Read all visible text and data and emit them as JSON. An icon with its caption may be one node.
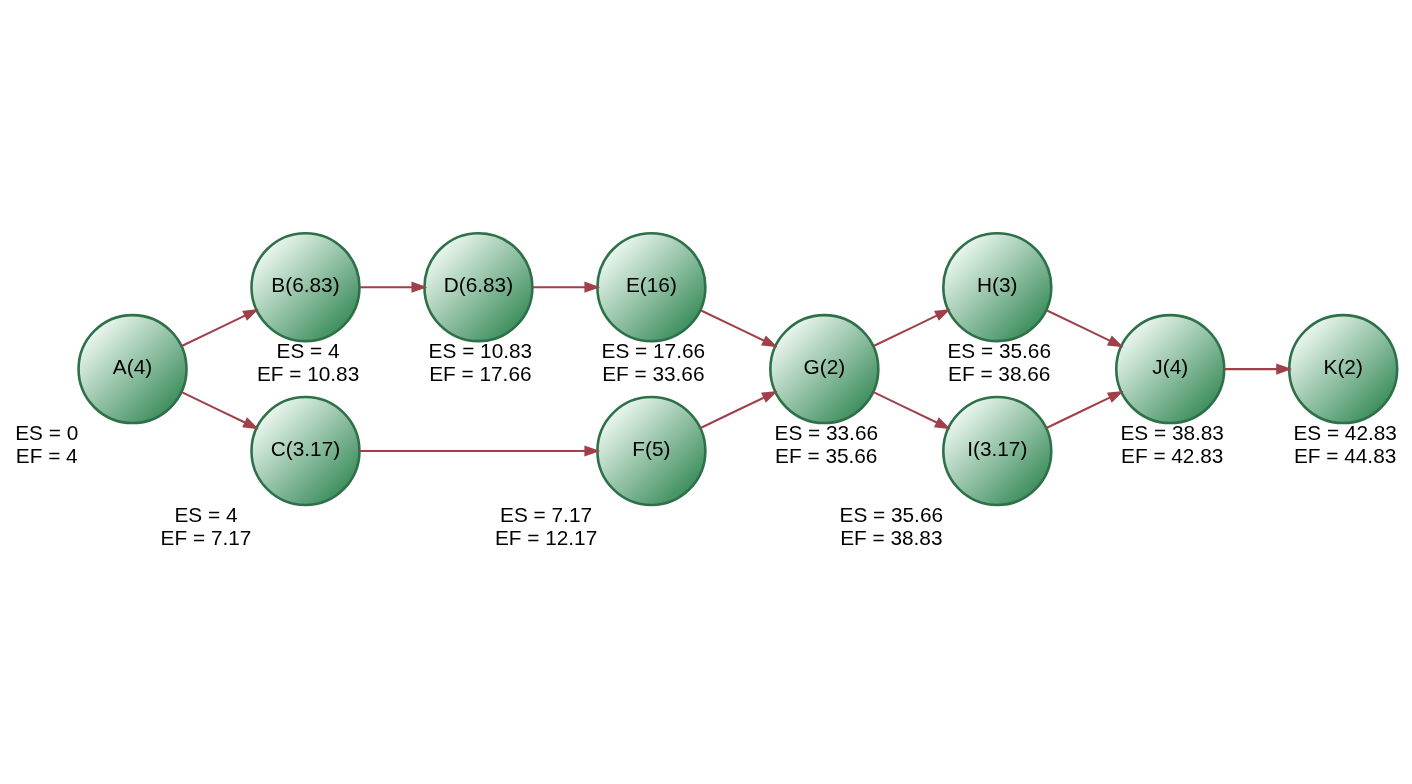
{
  "diagram": {
    "nodes": [
      {
        "text": [
          "A(4)"
        ],
        "beside": [
          "ES = 0",
          "EF = 4"
        ]
      },
      {
        "text": [
          "B(6.83)"
        ],
        "beside": [
          "ES = 4",
          "EF = 10.83"
        ]
      },
      {
        "text": [
          "C(3.17)"
        ],
        "beside": [
          "ES = 4",
          "EF = 7.17"
        ]
      },
      {
        "text": [
          "D(6.83)"
        ],
        "beside": [
          "ES = 10.83",
          "EF = 17.66"
        ]
      },
      {
        "text": [
          "E(16)"
        ],
        "beside": [
          "ES = 17.66",
          "EF = 33.66"
        ]
      },
      {
        "text": [
          "F(5)"
        ],
        "beside": [
          "ES = 7.17",
          "EF = 12.17"
        ]
      },
      {
        "text": [
          "G(2)"
        ],
        "beside": [
          "ES = 33.66",
          "EF = 35.66"
        ]
      },
      {
        "text": [
          "H(3)"
        ],
        "beside": [
          "ES = 35.66",
          "EF = 38.66"
        ]
      },
      {
        "text": [
          "I(3.17)"
        ],
        "beside": [
          "ES = 35.66",
          "EF = 38.83"
        ]
      },
      {
        "text": [
          "J(4)"
        ],
        "beside": [
          "ES = 38.83",
          "EF = 42.83"
        ]
      },
      {
        "text": [
          "K(2)"
        ],
        "beside": [
          "ES = 42.83",
          "EF = 44.83"
        ]
      }
    ],
    "edges": [
      {
        "from": 0,
        "to": 1,
        "arrow": "to"
      },
      {
        "from": 0,
        "to": 2,
        "arrow": "to"
      },
      {
        "from": 1,
        "to": 3,
        "arrow": "to"
      },
      {
        "from": 3,
        "to": 4,
        "arrow": "to"
      },
      {
        "from": 2,
        "to": 5,
        "arrow": "to"
      },
      {
        "from": 4,
        "to": 6,
        "arrow": "to"
      },
      {
        "from": 5,
        "to": 6,
        "arrow": "to"
      },
      {
        "from": 6,
        "to": 7,
        "arrow": "to"
      },
      {
        "from": 6,
        "to": 8,
        "arrow": "to"
      },
      {
        "from": 7,
        "to": 9,
        "arrow": "to"
      },
      {
        "from": 8,
        "to": 9,
        "arrow": "to"
      },
      {
        "from": 9,
        "to": 10,
        "arrow": "to"
      }
    ]
  }
}
